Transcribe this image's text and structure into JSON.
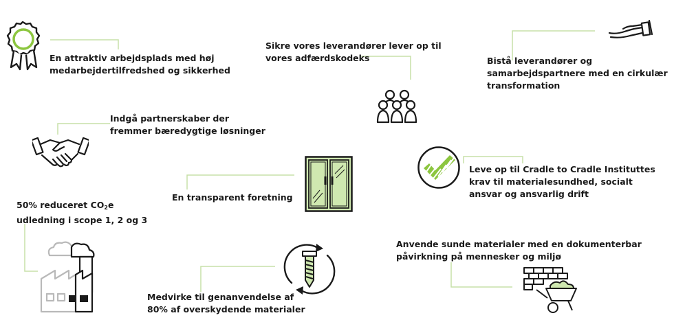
{
  "colors": {
    "accent_green": "#8cc63f",
    "light_green": "#cfe8b0",
    "pale_green": "#e1f0cc",
    "line_green": "#c7e0a8",
    "text": "#1a1a1a",
    "outline": "#1a1a1a",
    "grey": "#b9b9b9"
  },
  "goals": {
    "workplace": {
      "icon": "award-ribbon-icon",
      "line1": "En attraktiv arbejdsplads med høj",
      "line2": "medarbejdertilfredshed og sikkerhed"
    },
    "suppliers_code": {
      "icon": "group-of-people-icon",
      "line1": "Sikre vores leverandører lever op til",
      "line2": "vores adfærdskodeks"
    },
    "circular": {
      "icon": "open-hand-icon",
      "line1": "Bistå leverandører og",
      "line2": "samarbejdspartnere med en cirkulær",
      "line3": "transformation"
    },
    "partnerships": {
      "icon": "handshake-icon",
      "line1": "Indgå partnerskaber der",
      "line2": "fremmer bæredygtige løsninger"
    },
    "transparent": {
      "icon": "glass-door-icon",
      "line1": "En transparent foretning"
    },
    "cradle": {
      "icon": "checkmark-circle-icon",
      "line1": "Leve op til Cradle to Cradle Instituttes",
      "line2": "krav til materialesundhed, socialt",
      "line3": "ansvar og ansvarlig drift"
    },
    "co2": {
      "icon": "factory-icon",
      "line1_pre": "50% reduceret CO",
      "line1_sub": "2",
      "line1_post": "e",
      "line2": "udledning i scope 1, 2 og 3"
    },
    "healthy_materials": {
      "icon": "bricks-wheelbarrow-icon",
      "line1": "Anvende sunde materialer med en dokumenterbar",
      "line2": "påvirkning på mennesker og miljø"
    },
    "recycling": {
      "icon": "recycle-screw-icon",
      "line1": "Medvirke til genanvendelse af",
      "line2": "80% af  overskydende materialer"
    }
  }
}
